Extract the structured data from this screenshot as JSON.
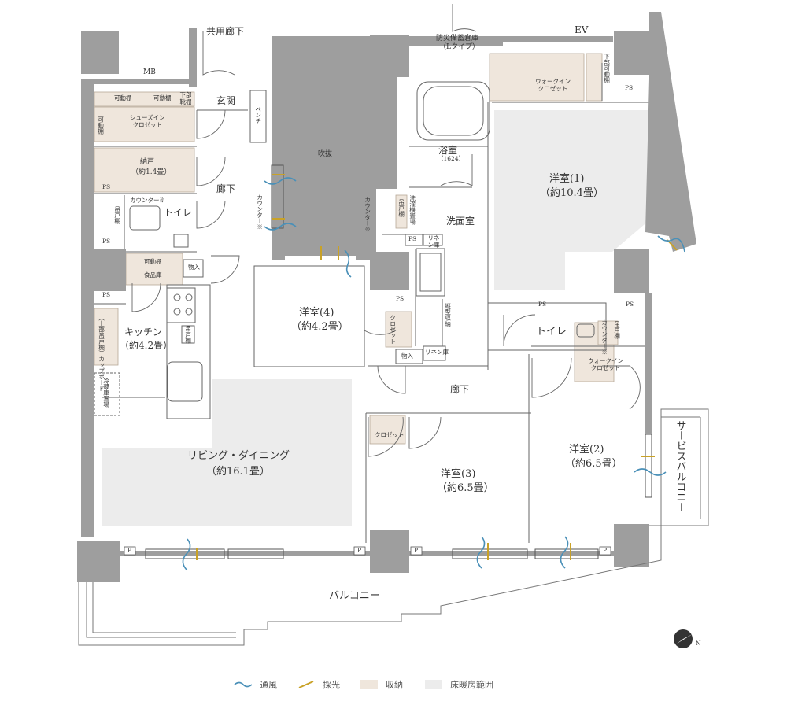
{
  "plan": {
    "shared_corridor": "共用廊下",
    "mb": "MB",
    "ev": "EV",
    "storage_disaster": "防災備蓄倉庫",
    "storage_disaster_type": "（Lタイプ）",
    "entrance": "玄関",
    "bench": "ベンチ",
    "shelf_movable": "可動棚",
    "lower_shoe_cabinet": "下部靴棚",
    "shoes_in_closet": "シューズイン\nクロゼット",
    "storeroom": "納戸",
    "storeroom_size": "（約1.4畳）",
    "corridor": "廊下",
    "ps": "PS",
    "counter_note": "カウンター※",
    "hanging_shelf": "吊戸棚",
    "toilet": "トイレ",
    "pantry": "食品庫",
    "storage": "物入",
    "kitchen": "キッチン",
    "kitchen_size": "（約4.2畳）",
    "cupboard_with_hanging": "（上部吊戸棚）カップボード",
    "fridge_space": "冷蔵庫置場",
    "void": "吹抜",
    "counter": "カウンター※",
    "bath": "浴室",
    "bath_size": "（1624）",
    "washroom": "洗面室",
    "washer_space": "洗濯機置場",
    "linen": "リネン庫",
    "shelf_storage": "縦型収納",
    "walk_in_closet": "ウォークイン\nクロゼット",
    "lower_movable_shelf": "下部可動棚",
    "room1": "洋室(1)",
    "room1_size": "（約10.4畳）",
    "room4": "洋室(4)",
    "room4_size": "（約4.2畳）",
    "closet": "クロゼット",
    "room2": "洋室(2)",
    "room2_size": "（約6.5畳）",
    "room3": "洋室(3)",
    "room3_size": "（約6.5畳）",
    "living": "リビング・ダイニング",
    "living_size": "（約16.1畳）",
    "balcony": "バルコニー",
    "service_balcony": "サービスバルコニー",
    "p": "P",
    "north": "N"
  },
  "legend": {
    "wind": "通風",
    "light": "採光",
    "storage": "収納",
    "floor_heating": "床暖房範囲"
  },
  "colors": {
    "wall": "#9e9e9e",
    "pillar": "#a8a8a8",
    "storage_fill": "#efe6dc",
    "floor_heating_fill": "#ececec",
    "wind": "#4a90b8",
    "light": "#c9a227",
    "line": "#555555"
  }
}
